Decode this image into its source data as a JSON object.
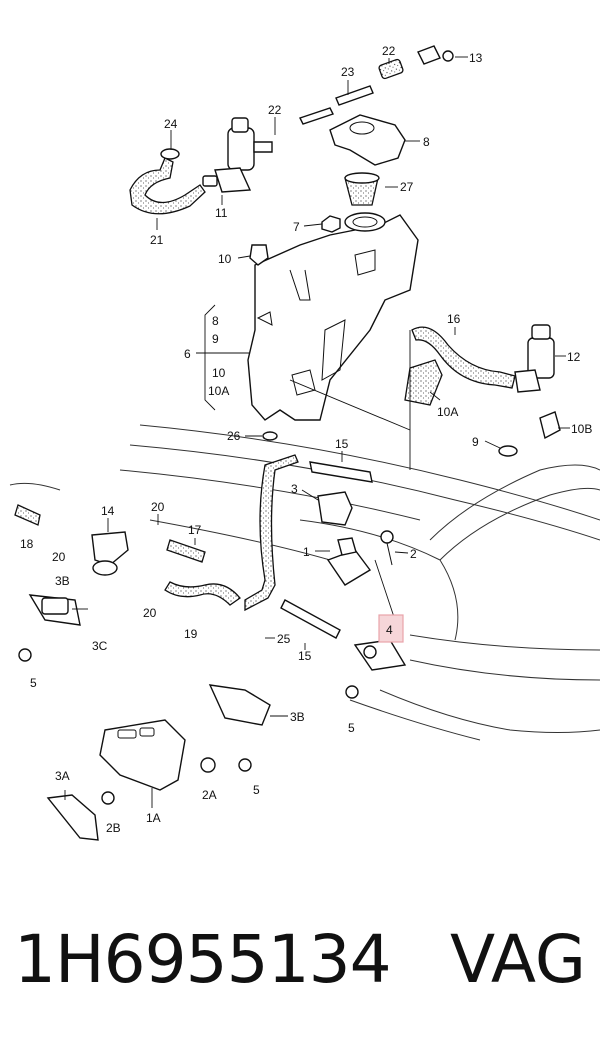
{
  "callouts": {
    "c13": "13",
    "c22a": "22",
    "c23": "23",
    "c22b": "22",
    "c24": "24",
    "c8": "8",
    "c27": "27",
    "c7": "7",
    "c11": "11",
    "c21": "21",
    "c10": "10",
    "c6": "6",
    "c6_8": "8",
    "c6_9": "9",
    "c6_10": "10",
    "c6_10A": "10A",
    "c16": "16",
    "c12": "12",
    "c10A": "10A",
    "c10B": "10B",
    "c9": "9",
    "c26": "26",
    "c15a": "15",
    "c3": "3",
    "c14": "14",
    "c20a": "20",
    "c18": "18",
    "c20b": "20",
    "c17": "17",
    "c1": "1",
    "c2": "2",
    "c3B": "3B",
    "c20c": "20",
    "c19": "19",
    "c3C": "3C",
    "c25": "25",
    "c15b": "15",
    "c4": "4",
    "c5a": "5",
    "c5b": "5",
    "c3B2": "3B",
    "c3A": "3A",
    "c2A": "2A",
    "c5c": "5",
    "c2B": "2B",
    "c1A": "1A"
  },
  "highlight_color": "#e8a3aa",
  "footer": {
    "part_number": "1H6955134",
    "brand": "VAG"
  }
}
